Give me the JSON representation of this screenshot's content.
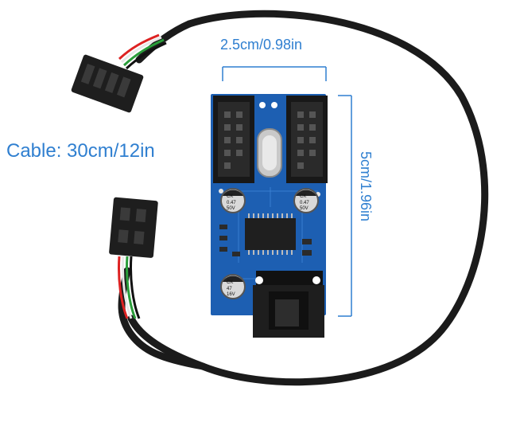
{
  "annotations": {
    "width": "2.5cm/0.98in",
    "height": "5cm/1.96in",
    "cable": "Cable: 30cm/12in"
  },
  "components": {
    "cap_top_left": [
      "CK",
      "0.47",
      "50V"
    ],
    "cap_top_right": [
      "CK",
      "0.47",
      "50V"
    ],
    "cap_bottom_left": [
      "CK",
      "47",
      "16V"
    ]
  },
  "colors": {
    "dimension_line": "#2f7fd0",
    "pcb": "#1d5fb2",
    "cable": "#1b1b1b",
    "connector": "#1e1e1e"
  }
}
